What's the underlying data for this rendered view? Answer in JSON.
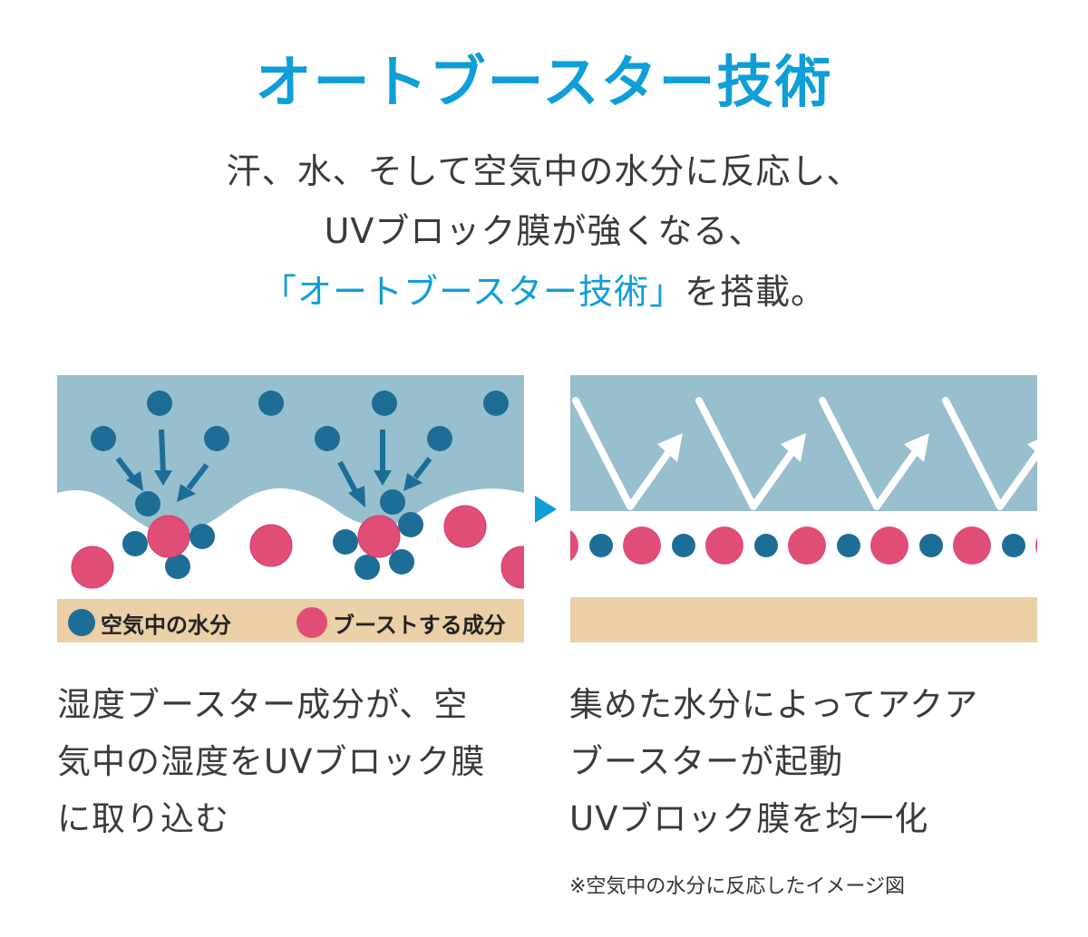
{
  "title": "オートブースター技術",
  "lead": {
    "line1": "汗、水、そして空気中の水分に反応し、",
    "line2": "UVブロック膜が強くなる、",
    "line3_accent": "「オートブースター技術」",
    "line3_rest": "を搭載。"
  },
  "legend": {
    "moisture": "空気中の水分",
    "booster": "ブーストする成分"
  },
  "captions": {
    "left": [
      "湿度ブースター成分が、空",
      "気中の湿度をUVブロック膜",
      "に取り込む"
    ],
    "right": [
      "集めた水分によってアクア",
      "ブースターが起動",
      "UVブロック膜を均一化"
    ]
  },
  "note": "※空気中の水分に反応したイメージ図",
  "colors": {
    "accent": "#0e9ed8",
    "sky": "#98bfcd",
    "moisture": "#1c6e96",
    "booster": "#e04e78",
    "skin": "#ebcfa6"
  }
}
